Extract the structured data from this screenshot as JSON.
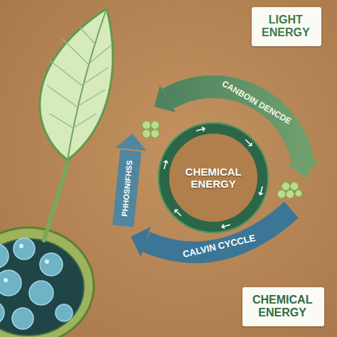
{
  "diagram": {
    "nodes": [
      {
        "text": [
          "LIGHT ENERGY"
        ]
      },
      {
        "text": [
          "CHEMICAL ENERGY"
        ]
      },
      {
        "text": [
          "CHEMICAL ENERGY"
        ]
      }
    ],
    "labels": [
      "CANBOIN DENCDE",
      "PHHOSNIFHSS",
      "CALVIN CYCCLE"
    ]
  }
}
